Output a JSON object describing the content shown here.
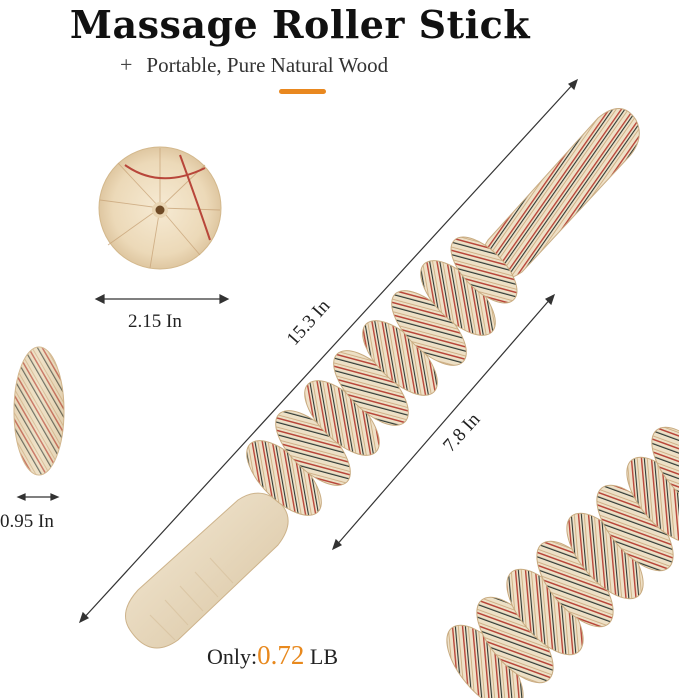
{
  "header": {
    "title": "Massage Roller Stick",
    "subtitle_bullet": "+",
    "subtitle": "Portable, Pure Natural Wood"
  },
  "dimensions": {
    "disc_diameter": "2.15 In",
    "disc_thickness": "0.95 In",
    "total_length": "15.3 In",
    "roller_section_length": "7.8 In"
  },
  "weight": {
    "prefix": "Only:",
    "value": "0.72",
    "unit": "LB"
  },
  "colors": {
    "accent": "#e9881f",
    "wood_base": "#efe1c8",
    "stripe_red": "#b8463a",
    "stripe_dark": "#2f3a35"
  }
}
